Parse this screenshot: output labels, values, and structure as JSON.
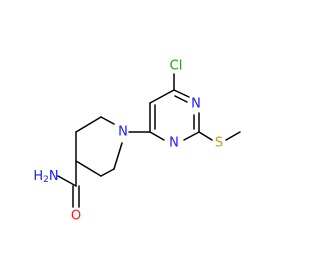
{
  "molecule": {
    "atoms": {
      "cl": "Cl",
      "n_pip": "N",
      "n_pyr_top": "N",
      "n_pyr_bottom": "N",
      "s": "S",
      "amide_n": "H2N",
      "amide_o": "O"
    },
    "colors": {
      "chlorine": "#1fa01f",
      "nitrogen": "#1a1aff",
      "oxygen": "#ff1a1a",
      "sulfur": "#c8a000",
      "carbon": "#000000"
    }
  }
}
